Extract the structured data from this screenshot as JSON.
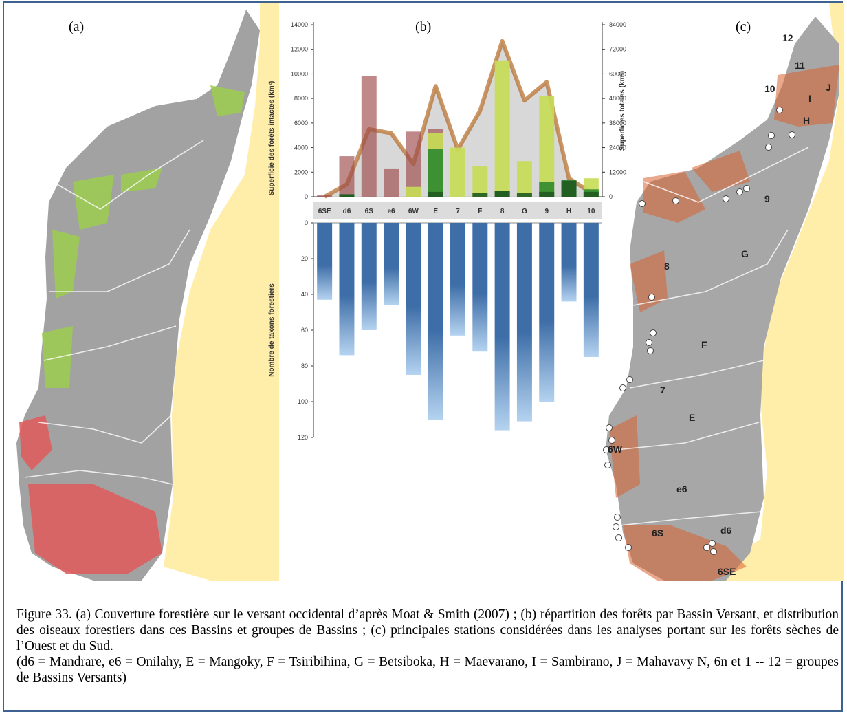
{
  "panels": {
    "a": "(a)",
    "b": "(b)",
    "c": "(c)"
  },
  "chart_data": {
    "type": "bar",
    "title": "",
    "categories": [
      "6SE",
      "d6",
      "6S",
      "e6",
      "6W",
      "E",
      "7",
      "F",
      "8",
      "G",
      "9",
      "H",
      "10"
    ],
    "top": {
      "ylabel_left": "Superficie des forêts intactes (km²)",
      "ylabel_right": "Superficies totales (km²)",
      "ylim_left": [
        0,
        14000
      ],
      "ylim_right": [
        0,
        84000
      ],
      "yticks_left": [
        "0",
        "2000",
        "4000",
        "6000",
        "8000",
        "10000",
        "12000",
        "14000"
      ],
      "yticks_right": [
        "0",
        "12000",
        "24000",
        "36000",
        "48000",
        "60000",
        "72000",
        "84000"
      ],
      "series": [
        {
          "name": "",
          "color": "#9e4a4a",
          "values": [
            150,
            3300,
            9800,
            2300,
            5300,
            5500,
            0,
            0,
            0,
            0,
            0,
            0,
            0
          ]
        },
        {
          "name": "",
          "color": "#c7dd55",
          "values": [
            0,
            0,
            0,
            0,
            800,
            5200,
            4000,
            2500,
            11100,
            2900,
            8200,
            0,
            1500
          ]
        },
        {
          "name": "",
          "color": "#2f8a2f",
          "values": [
            0,
            200,
            0,
            0,
            0,
            3900,
            0,
            0,
            500,
            0,
            1200,
            1400,
            600
          ]
        },
        {
          "name": "",
          "color": "#1f5a1f",
          "values": [
            0,
            200,
            0,
            0,
            0,
            400,
            0,
            300,
            500,
            300,
            400,
            1300,
            400
          ]
        }
      ],
      "area_total_right": [
        0,
        6000,
        33000,
        31000,
        16000,
        54000,
        23000,
        42000,
        76000,
        47000,
        56000,
        9000,
        2000
      ]
    },
    "bottom": {
      "ylabel": "Nombre de taxons forestiers",
      "ylim": [
        0,
        120
      ],
      "yticks": [
        "0",
        "20",
        "40",
        "60",
        "80",
        "100",
        "120"
      ],
      "values": [
        43,
        74,
        60,
        46,
        85,
        110,
        63,
        72,
        116,
        111,
        100,
        44,
        75
      ],
      "color_dark": "#3e6ea8",
      "color_light": "#b5d3f0"
    }
  },
  "map_a": {
    "forest_colors": [
      "#9ccd4f",
      "#e05a5a"
    ]
  },
  "map_c": {
    "accent": "#d9602e",
    "labels": [
      "12",
      "11",
      "10",
      "J",
      "I",
      "H",
      "9",
      "G",
      "8",
      "F",
      "7",
      "E",
      "6W",
      "e6",
      "6S",
      "d6",
      "6SE"
    ]
  },
  "caption": {
    "line1": "Figure 33.  (a) Couverture forestière sur le versant occidental d’après Moat & Smith (2007) ; (b) répartition des forêts par Bassin Versant, et distribution des oiseaux forestiers dans ces Bassins et groupes de Bassins ; (c) principales stations considérées dans les analyses portant sur les forêts sèches de l’Ouest et du Sud.",
    "line2": "(d6 = Mandrare, e6 = Onilahy, E = Mangoky, F = Tsiribihina, G = Betsiboka, H = Maevarano, I = Sambirano, J = Mahavavy N, 6n et 1 -- 12 = groupes de Bassins Versants)"
  }
}
